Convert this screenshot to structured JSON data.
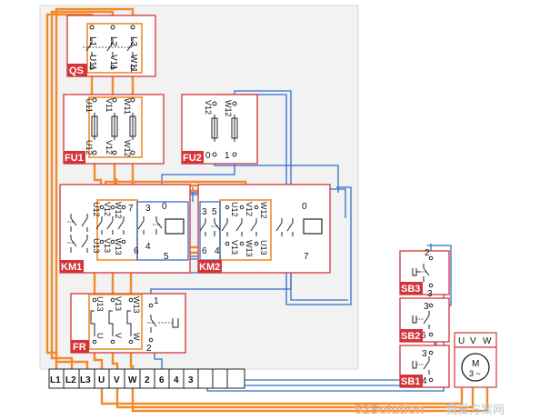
{
  "modules": {
    "qs": {
      "tag": "QS",
      "top": [
        "L1",
        "L2",
        "L3"
      ],
      "bottom": [
        "U11",
        "V11",
        "W11"
      ]
    },
    "fu1": {
      "tag": "FU1",
      "top": [
        "U11",
        "V11",
        "W11"
      ],
      "bottom": [
        "U12",
        "V12",
        "W12"
      ]
    },
    "fu2": {
      "tag": "FU2",
      "top": [
        "V12",
        "W12"
      ],
      "bottom": [
        "0",
        "1"
      ]
    },
    "km1": {
      "tag": "KM1",
      "top": [
        "U12",
        "V12",
        "W12",
        "7",
        "3",
        "0"
      ],
      "bottom": [
        "U13",
        "V13",
        "W13",
        "6",
        "4",
        "5"
      ]
    },
    "km2": {
      "tag": "KM2",
      "top": [
        "3",
        "5",
        "U12",
        "V12",
        "W12",
        "0"
      ],
      "bottom": [
        "6",
        "4",
        "V13",
        "W13",
        "U13",
        "7"
      ]
    },
    "fr": {
      "tag": "FR",
      "top": [
        "U13",
        "V13",
        "W13",
        "1"
      ],
      "bottom": [
        "U",
        "V",
        "W",
        "2"
      ]
    }
  },
  "terminal_block": [
    "L1",
    "L2",
    "L3",
    "U",
    "V",
    "W",
    "2",
    "6",
    "4",
    "3",
    "",
    "",
    "",
    ""
  ],
  "buttons": [
    {
      "tag": "SB3",
      "top": "2",
      "bottom": "3"
    },
    {
      "tag": "SB2",
      "top": "3",
      "bottom": "6"
    },
    {
      "tag": "SB1",
      "top": "3",
      "bottom": "4"
    }
  ],
  "motor": {
    "terminals": [
      "U",
      "V",
      "W"
    ],
    "label_line1": "M",
    "label_line2": "3 ~"
  },
  "watermark": {
    "part1": "52Solution",
    "part2": "我爱方案网"
  },
  "colors": {
    "power": "#f28a2a",
    "control": "#2f6fc7",
    "frame": "#d2343a",
    "panel": "#f2f2f2"
  }
}
